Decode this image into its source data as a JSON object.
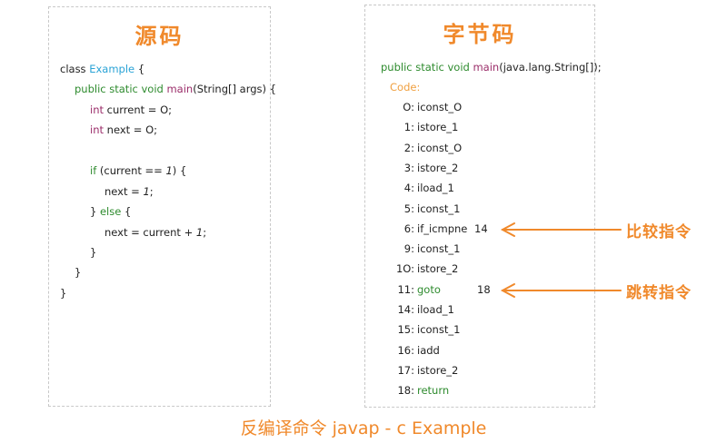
{
  "source": {
    "title": "源码",
    "lines": [
      {
        "parts": [
          {
            "t": "class ",
            "c": "plain"
          },
          {
            "t": "Example",
            "c": "cls"
          },
          {
            "t": " {",
            "c": "plain"
          }
        ]
      },
      {
        "parts": [
          {
            "t": "public static void ",
            "c": "green"
          },
          {
            "t": "main",
            "c": "fn"
          },
          {
            "t": "(String[] args) {",
            "c": "plain"
          }
        ]
      },
      {
        "parts": [
          {
            "t": "int",
            "c": "kw"
          },
          {
            "t": " current = O;",
            "c": "plain"
          }
        ]
      },
      {
        "parts": [
          {
            "t": "int",
            "c": "kw"
          },
          {
            "t": " next = O;",
            "c": "plain"
          }
        ]
      },
      {
        "parts": [
          {
            "t": "if",
            "c": "green"
          },
          {
            "t": " (current == ",
            "c": "plain"
          },
          {
            "t": "1",
            "c": "num"
          },
          {
            "t": ") {",
            "c": "plain"
          }
        ]
      },
      {
        "parts": [
          {
            "t": "next = ",
            "c": "plain"
          },
          {
            "t": "1",
            "c": "num"
          },
          {
            "t": ";",
            "c": "plain"
          }
        ]
      },
      {
        "parts": [
          {
            "t": "} ",
            "c": "plain"
          },
          {
            "t": "else",
            "c": "green"
          },
          {
            "t": " {",
            "c": "plain"
          }
        ]
      },
      {
        "parts": [
          {
            "t": "next = current + ",
            "c": "plain"
          },
          {
            "t": "1",
            "c": "num"
          },
          {
            "t": ";",
            "c": "plain"
          }
        ]
      },
      {
        "parts": [
          {
            "t": "}",
            "c": "plain"
          }
        ]
      },
      {
        "parts": [
          {
            "t": "}",
            "c": "plain"
          }
        ]
      },
      {
        "parts": [
          {
            "t": "}",
            "c": "plain"
          }
        ]
      }
    ]
  },
  "bytecode": {
    "title": "字节码",
    "signature": [
      {
        "t": "public static void ",
        "c": "green"
      },
      {
        "t": "main",
        "c": "fn"
      },
      {
        "t": "(java.lang.String[]);",
        "c": "plain"
      }
    ],
    "code_label": "Code:",
    "instructions": [
      {
        "offset": "O:",
        "op": "iconst_O",
        "arg": "",
        "green": false
      },
      {
        "offset": "1:",
        "op": "istore_1",
        "arg": "",
        "green": false
      },
      {
        "offset": "2:",
        "op": "iconst_O",
        "arg": "",
        "green": false
      },
      {
        "offset": "3:",
        "op": "istore_2",
        "arg": "",
        "green": false
      },
      {
        "offset": "4:",
        "op": "iload_1",
        "arg": "",
        "green": false
      },
      {
        "offset": "5:",
        "op": "iconst_1",
        "arg": "",
        "green": false
      },
      {
        "offset": "6:",
        "op": "if_icmpne",
        "arg": "14",
        "green": false
      },
      {
        "offset": "9:",
        "op": "iconst_1",
        "arg": "",
        "green": false
      },
      {
        "offset": "1O:",
        "op": "istore_2",
        "arg": "",
        "green": false
      },
      {
        "offset": "11:",
        "op": "goto",
        "arg": "18",
        "green": true
      },
      {
        "offset": "14:",
        "op": "iload_1",
        "arg": "",
        "green": false
      },
      {
        "offset": "15:",
        "op": "iconst_1",
        "arg": "",
        "green": false
      },
      {
        "offset": "16:",
        "op": "iadd",
        "arg": "",
        "green": false
      },
      {
        "offset": "17:",
        "op": "istore_2",
        "arg": "",
        "green": false
      },
      {
        "offset": "18:",
        "op": "return",
        "arg": "",
        "green": true
      }
    ]
  },
  "annotations": {
    "compare": "比较指令",
    "jump": "跳转指令"
  },
  "caption": "反编译命令  javap - c  Example",
  "colors": {
    "accent": "#f0892b",
    "keyword": "#9b2e6a",
    "class": "#2aa3d6",
    "green": "#2e8b2e"
  }
}
